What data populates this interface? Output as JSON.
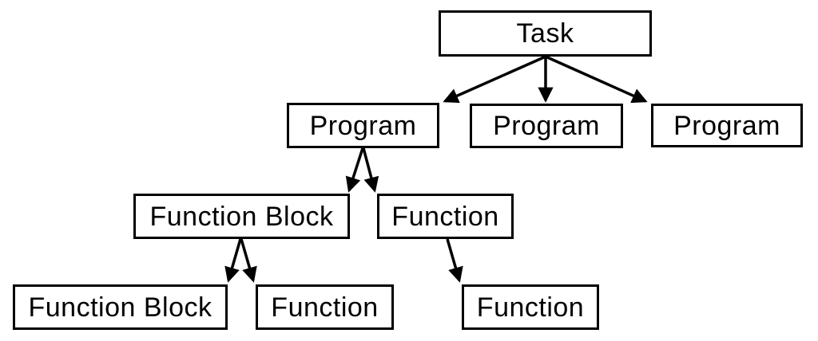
{
  "diagram": {
    "type": "hierarchy-tree",
    "description": "Software model hierarchy: a Task contains Programs; a Program contains Function Blocks and Functions; Function Blocks contain Function Blocks and Functions; Functions contain Functions.",
    "nodes": [
      {
        "id": "task",
        "label": "Task"
      },
      {
        "id": "program-1",
        "label": "Program"
      },
      {
        "id": "program-2",
        "label": "Program"
      },
      {
        "id": "program-3",
        "label": "Program"
      },
      {
        "id": "function-block-1",
        "label": "Function Block"
      },
      {
        "id": "function-1",
        "label": "Function"
      },
      {
        "id": "function-block-2",
        "label": "Function Block"
      },
      {
        "id": "function-2",
        "label": "Function"
      },
      {
        "id": "function-3",
        "label": "Function"
      }
    ],
    "edges": [
      {
        "from": "task",
        "to": "program-1"
      },
      {
        "from": "task",
        "to": "program-2"
      },
      {
        "from": "task",
        "to": "program-3"
      },
      {
        "from": "program-1",
        "to": "function-block-1"
      },
      {
        "from": "program-1",
        "to": "function-1"
      },
      {
        "from": "function-block-1",
        "to": "function-block-2"
      },
      {
        "from": "function-block-1",
        "to": "function-2"
      },
      {
        "from": "function-1",
        "to": "function-3"
      }
    ],
    "colors": {
      "line": "#000000",
      "box_fill": "#ffffff",
      "background": "#ffffff"
    }
  }
}
